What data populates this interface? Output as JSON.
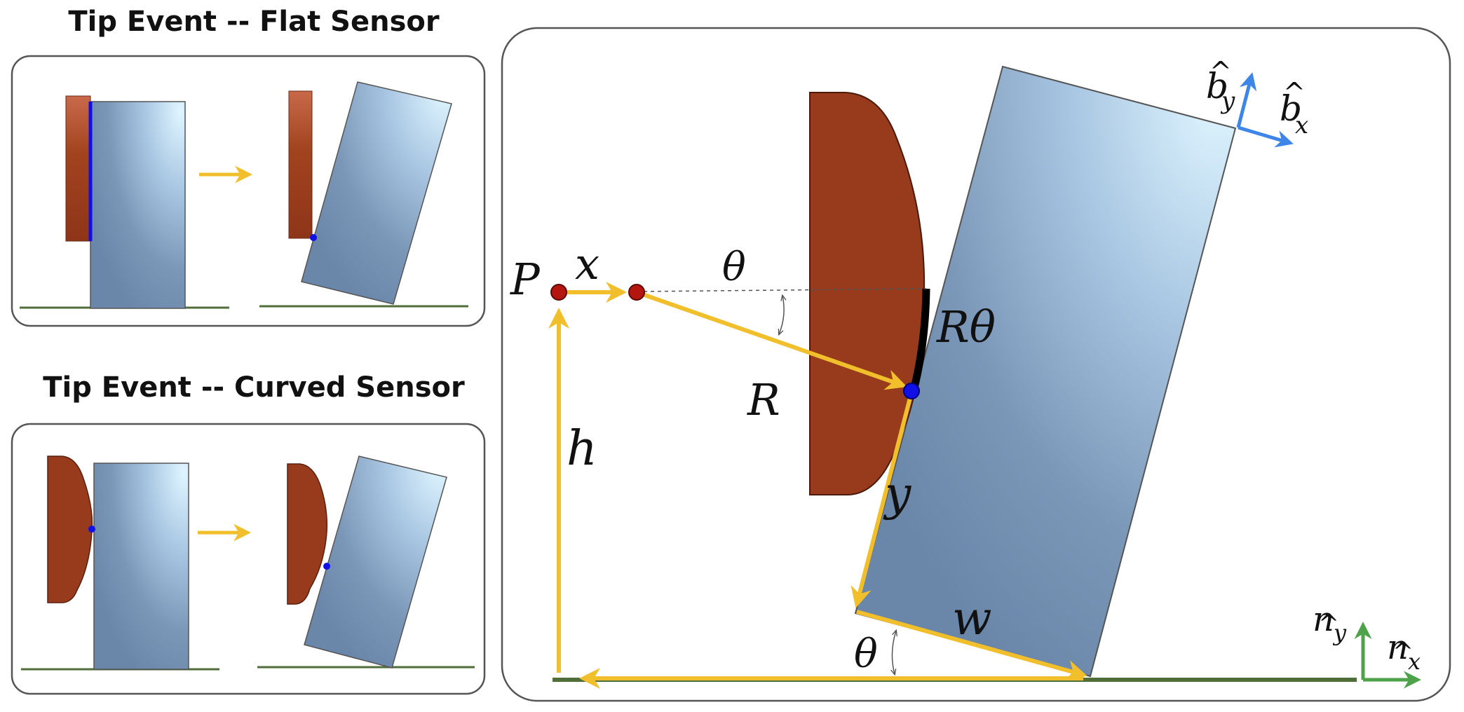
{
  "panels": {
    "flat": {
      "title": "Tip Event -- Flat Sensor"
    },
    "curved": {
      "title": "Tip Event -- Curved Sensor"
    }
  },
  "labels": {
    "P": "P",
    "x": "x",
    "theta": "θ",
    "R": "R",
    "R_theta": "Rθ",
    "h": "h",
    "y": "y",
    "w": "w",
    "b_y": "b",
    "b_y_sub": "y",
    "b_x": "b",
    "b_x_sub": "x",
    "n_y": "n",
    "n_y_sub": "y",
    "n_x": "n",
    "n_x_sub": "x",
    "hat": "^"
  },
  "colors": {
    "sensor": "#983a1c",
    "block_light": "#d8f2ff",
    "block_dark": "#6b88ab",
    "arrow": "#f2bf2c",
    "ground": "#4f6e3a",
    "contact": "#1010e6",
    "point": "#b5150f",
    "b_frame": "#3d86e8",
    "n_frame": "#4ea24a"
  }
}
